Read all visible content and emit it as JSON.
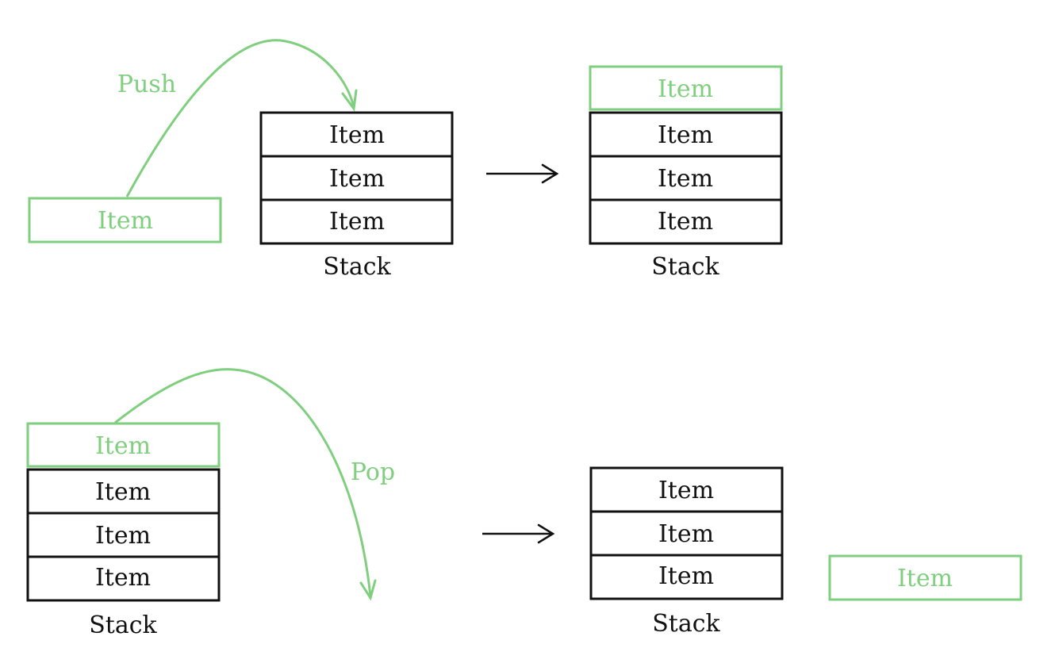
{
  "colors": {
    "highlight": "#7fcf7f",
    "ink": "#111111"
  },
  "push": {
    "label": "Push",
    "incoming_item": "Item",
    "before": {
      "items": [
        "Item",
        "Item",
        "Item"
      ],
      "caption": "Stack"
    },
    "after": {
      "new_item": "Item",
      "items": [
        "Item",
        "Item",
        "Item"
      ],
      "caption": "Stack"
    }
  },
  "pop": {
    "label": "Pop",
    "before": {
      "top_item": "Item",
      "items": [
        "Item",
        "Item",
        "Item"
      ],
      "caption": "Stack"
    },
    "after": {
      "items": [
        "Item",
        "Item",
        "Item"
      ],
      "caption": "Stack"
    },
    "removed_item": "Item"
  }
}
